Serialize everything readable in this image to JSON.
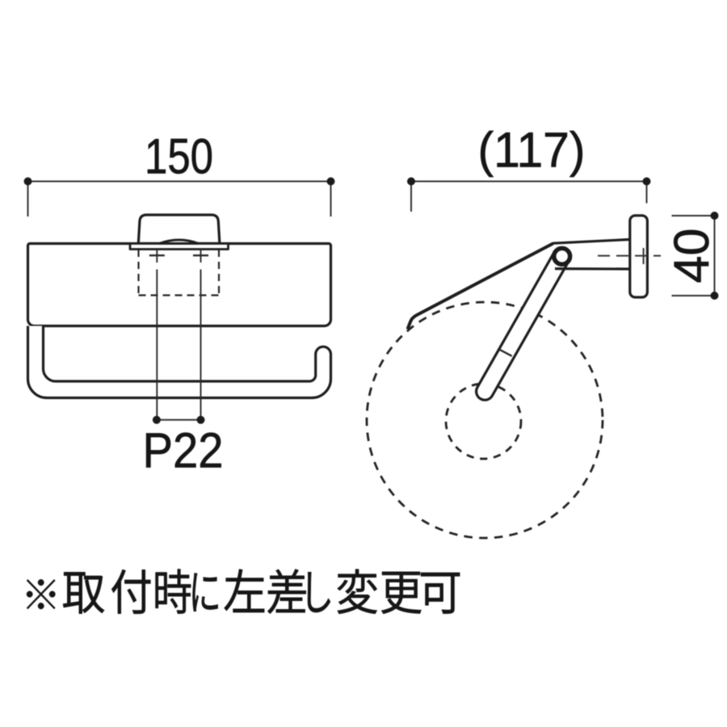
{
  "drawing": {
    "front_view": {
      "width_dimension": {
        "label": "150"
      },
      "hole_pitch_dimension": {
        "label": "P22"
      }
    },
    "side_view": {
      "depth_dimension": {
        "label": "(117)"
      },
      "plate_height_dimension": {
        "label": "40"
      }
    },
    "note": {
      "text": "※取付時に左差し変更可"
    },
    "colors": {
      "background": "#ffffff",
      "object_line": "#1e1e1e",
      "dimension_line": "#333333",
      "text": "#161616"
    }
  }
}
